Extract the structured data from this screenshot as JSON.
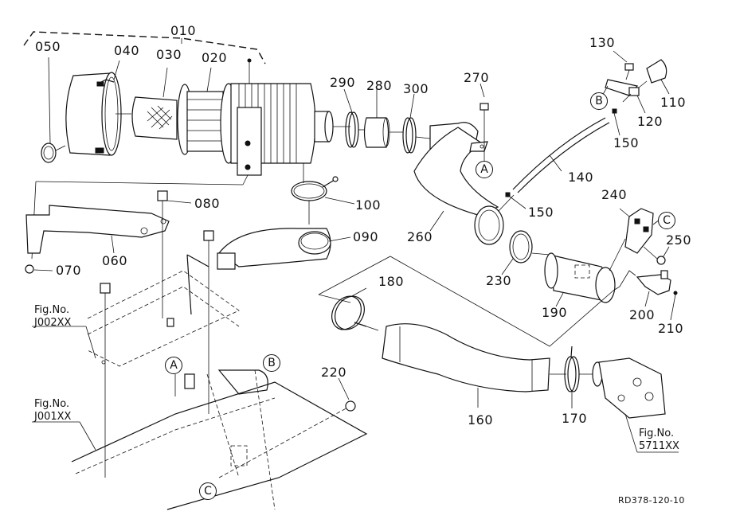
{
  "diagram": {
    "title_code": "RD378-120-10",
    "parts": [
      {
        "id": "010",
        "name": "air-cleaner-assembly"
      },
      {
        "id": "020",
        "name": "air-cleaner-body"
      },
      {
        "id": "030",
        "name": "element"
      },
      {
        "id": "040",
        "name": "cover"
      },
      {
        "id": "050",
        "name": "valve"
      },
      {
        "id": "060",
        "name": "bracket"
      },
      {
        "id": "070",
        "name": "bolt"
      },
      {
        "id": "080",
        "name": "bolt"
      },
      {
        "id": "090",
        "name": "intake-duct"
      },
      {
        "id": "100",
        "name": "hose-clamp"
      },
      {
        "id": "110",
        "name": "sensor"
      },
      {
        "id": "120",
        "name": "adaptor"
      },
      {
        "id": "130",
        "name": "bolt"
      },
      {
        "id": "140",
        "name": "hose"
      },
      {
        "id": "150",
        "name": "clip"
      },
      {
        "id": "160",
        "name": "hose"
      },
      {
        "id": "170",
        "name": "clamp"
      },
      {
        "id": "180",
        "name": "clamp"
      },
      {
        "id": "190",
        "name": "muffler"
      },
      {
        "id": "200",
        "name": "sensor"
      },
      {
        "id": "210",
        "name": "screw"
      },
      {
        "id": "220",
        "name": "bolt"
      },
      {
        "id": "230",
        "name": "ring"
      },
      {
        "id": "240",
        "name": "bracket"
      },
      {
        "id": "250",
        "name": "nut"
      },
      {
        "id": "260",
        "name": "pipe"
      },
      {
        "id": "270",
        "name": "bolt"
      },
      {
        "id": "280",
        "name": "rubber-joint"
      },
      {
        "id": "290",
        "name": "clamp"
      },
      {
        "id": "300",
        "name": "clamp"
      }
    ],
    "labels": {
      "p010": "010",
      "p020": "020",
      "p030": "030",
      "p040": "040",
      "p050": "050",
      "p060": "060",
      "p070": "070",
      "p080": "080",
      "p090": "090",
      "p100": "100",
      "p110": "110",
      "p120": "120",
      "p130": "130",
      "p140": "140",
      "p150a": "150",
      "p150b": "150",
      "p150c": "150",
      "p160": "160",
      "p170": "170",
      "p180": "180",
      "p190": "190",
      "p200": "200",
      "p210": "210",
      "p220": "220",
      "p230": "230",
      "p240": "240",
      "p250": "250",
      "p260": "260",
      "p270": "270",
      "p280": "280",
      "p290": "290",
      "p300": "300"
    },
    "reference_markers": {
      "a_top": "A",
      "b_top": "B",
      "c_top": "C",
      "a_bottom": "A",
      "b_bottom": "B",
      "c_bottom": "C"
    },
    "figure_refs": [
      {
        "line1": "Fig.No.",
        "line2": "J002XX"
      },
      {
        "line1": "Fig.No.",
        "line2": "J001XX"
      },
      {
        "line1": "Fig.No.",
        "line2": "5711XX"
      }
    ]
  }
}
